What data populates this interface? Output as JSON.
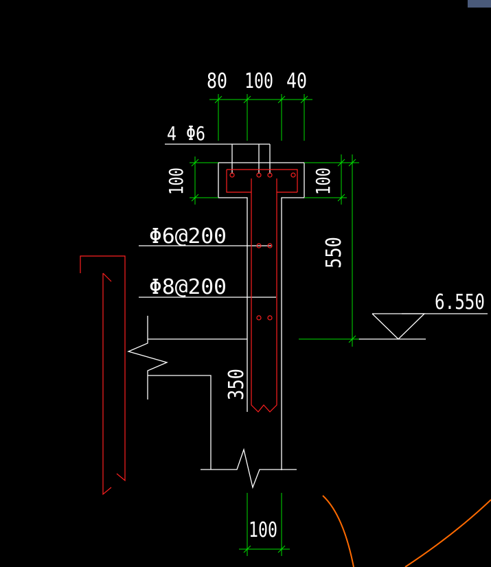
{
  "colors": {
    "background": "#000000",
    "outline": "#ffffff",
    "dimension": "#00e000",
    "rebar": "#ff2020",
    "edge": "#ff6a00",
    "corner_tab": "#4a5a7a"
  },
  "labels": {
    "dim_top_1": "80",
    "dim_top_2": "100",
    "dim_top_3": "40",
    "main_rebar": "4 Φ6",
    "dim_left_flange": "100",
    "dim_right_flange": "100",
    "dim_height": "550",
    "stirrup_1": "Φ6@200",
    "stirrup_2": "Φ8@200",
    "elevation": "6.550",
    "dim_embed": "350",
    "dim_bottom": "100"
  }
}
